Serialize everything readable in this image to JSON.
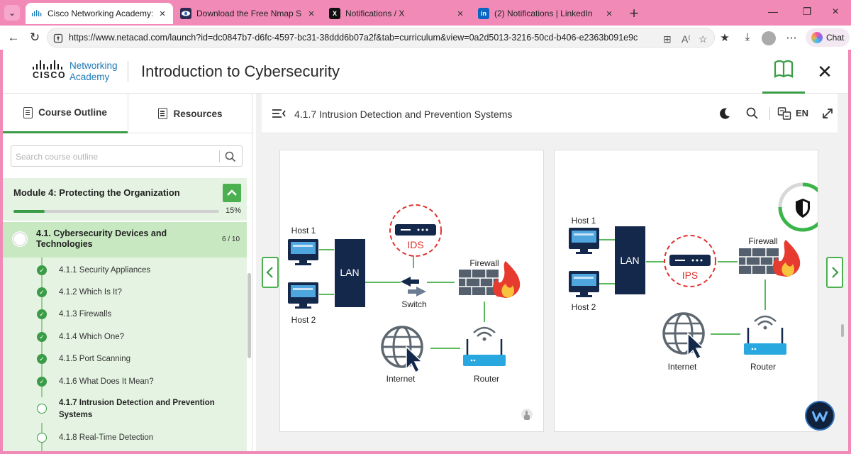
{
  "browser": {
    "tabs": [
      {
        "title": "Cisco Networking Academy: Introd",
        "icon": "cisco-favicon",
        "active": true
      },
      {
        "title": "Download the Free Nmap Security",
        "icon": "nmap-eye-favicon",
        "active": false
      },
      {
        "title": "Notifications / X",
        "icon": "x-favicon",
        "active": false
      },
      {
        "title": "(2) Notifications | LinkedIn",
        "icon": "linkedin-favicon",
        "active": false
      }
    ],
    "url": "https://www.netacad.com/launch?id=dc0847b7-d6fc-4597-bc31-38ddd6b07a2f&tab=curriculum&view=0a2d5013-3216-50cd-b406-e2363b091e9c",
    "chat_label": "Chat",
    "linkedin_glyph": "in",
    "x_glyph": "X"
  },
  "header": {
    "logo_word": "CISCO",
    "logo_line1": "Networking",
    "logo_line2": "Academy",
    "course_title": "Introduction to Cybersecurity"
  },
  "sidebar": {
    "tabs": [
      "Course Outline",
      "Resources"
    ],
    "search_placeholder": "Search course outline",
    "module": {
      "title": "Module 4: Protecting the Organization",
      "progress_pct": 15,
      "progress_label": "15%"
    },
    "section": {
      "title": "4.1. Cybersecurity Devices and Technologies",
      "count": "6 / 10"
    },
    "items": [
      {
        "label": "4.1.1 Security Appliances",
        "done": true
      },
      {
        "label": "4.1.2 Which Is It?",
        "done": true
      },
      {
        "label": "4.1.3 Firewalls",
        "done": true
      },
      {
        "label": "4.1.4 Which One?",
        "done": true
      },
      {
        "label": "4.1.5 Port Scanning",
        "done": true
      },
      {
        "label": "4.1.6 What Does It Mean?",
        "done": true
      },
      {
        "label": "4.1.7 Intrusion Detection and Prevention Systems",
        "done": false,
        "current": true
      },
      {
        "label": "4.1.8 Real-Time Detection",
        "done": false
      }
    ]
  },
  "content": {
    "page_title": "4.1.7 Intrusion Detection and Prevention Systems",
    "language": "EN",
    "diagram_ids": {
      "host1": "Host 1",
      "host2": "Host 2",
      "lan": "LAN",
      "device": "IDS",
      "switch": "Switch",
      "firewall": "Firewall",
      "internet": "Internet",
      "router": "Router"
    },
    "diagram_ips": {
      "host1": "Host 1",
      "host2": "Host 2",
      "lan": "LAN",
      "device": "IPS",
      "firewall": "Firewall",
      "internet": "Internet",
      "router": "Router"
    }
  },
  "colors": {
    "accent_green": "#3a9c46",
    "navy": "#14284b",
    "alert_red": "#e0312e",
    "router_blue": "#29a8e0",
    "host_screen": "#4fa6df"
  }
}
